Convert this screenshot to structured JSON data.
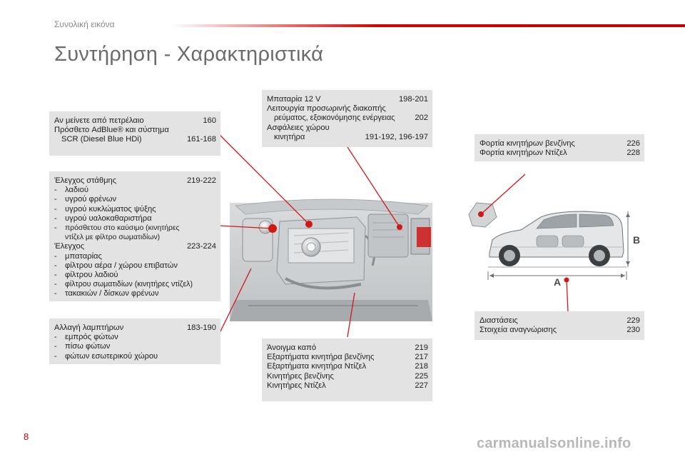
{
  "header": {
    "section": "Συνολική εικόνα",
    "title": "Συντήρηση - Χαρακτηριστικά"
  },
  "boxes": {
    "fuel": {
      "rows": [
        {
          "label": "Αν μείνετε από πετρέλαιο",
          "page": "160"
        },
        {
          "label": "Πρόσθετο AdBlue® και σύστημα",
          "page": ""
        },
        {
          "label": "SCR (Diesel Blue HDi)",
          "page": "161-168"
        }
      ]
    },
    "checks": {
      "level_title": "Έλεγχος στάθμης",
      "level_pages": "219-222",
      "level_items": [
        "λαδιού",
        "υγρού φρένων",
        "υγρού κυκλώματος ψύξης",
        "υγρού υαλοκαθαριστήρα"
      ],
      "level_item_5a": "πρόσθετου στο καύσιμο (κινητήρες",
      "level_item_5b": "ντίζελ με φίλτρο σωματιδίων)",
      "check_title": "Έλεγχος",
      "check_pages": "223-224",
      "check_items": [
        "μπαταρίας",
        "φίλτρου αέρα / χώρου επιβατών",
        "φίλτρου λαδιού",
        "φίλτρου σωματιδίων (κινητήρες ντίζελ)",
        "τακακιών / δίσκων φρένων"
      ]
    },
    "bulbs": {
      "title": "Αλλαγή λαμπτήρων",
      "pages": "183-190",
      "items": [
        "εμπρός φώτων",
        "πίσω φώτων",
        "φώτων εσωτερικού χώρου"
      ]
    },
    "battery": {
      "r1_label": "Μπαταρία 12 V",
      "r1_page": "198-201",
      "r2_label": "Λειτουργία προσωρινής διακοπής",
      "r2_label_b": "ρεύματος, εξοικονόμησης ενέργειας",
      "r2_page": "202",
      "r3_label": "Ασφάλειες χώρου",
      "r3_label_b": "κινητήρα",
      "r3_page": "191-192, 196-197"
    },
    "loads": {
      "rows": [
        {
          "label": "Φορτία κινητήρων βενζίνης",
          "page": "226"
        },
        {
          "label": "Φορτία κινητήρων Ντίζελ",
          "page": "228"
        }
      ]
    },
    "engine": {
      "rows": [
        {
          "label": "Άνοιγμα καπό",
          "page": "219"
        },
        {
          "label": "Εξαρτήματα κινητήρα βενζίνης",
          "page": "217"
        },
        {
          "label": "Εξαρτήματα κινητήρα Ντίζελ",
          "page": "218"
        },
        {
          "label": "Κινητήρες βενζίνης",
          "page": "225"
        },
        {
          "label": "Κινητήρες Ντίζελ",
          "page": "227"
        }
      ]
    },
    "dims": {
      "rows": [
        {
          "label": "Διαστάσεις",
          "page": "229"
        },
        {
          "label": "Στοιχεία αναγνώρισης",
          "page": "230"
        }
      ]
    }
  },
  "car_diagram": {
    "label_a": "A",
    "label_b": "B"
  },
  "footer": {
    "page_number": "8",
    "watermark": "carmanualsonline.info"
  },
  "colors": {
    "accent": "#c80000",
    "box_bg": "#e3e3e3",
    "title": "#6b6b6b"
  }
}
